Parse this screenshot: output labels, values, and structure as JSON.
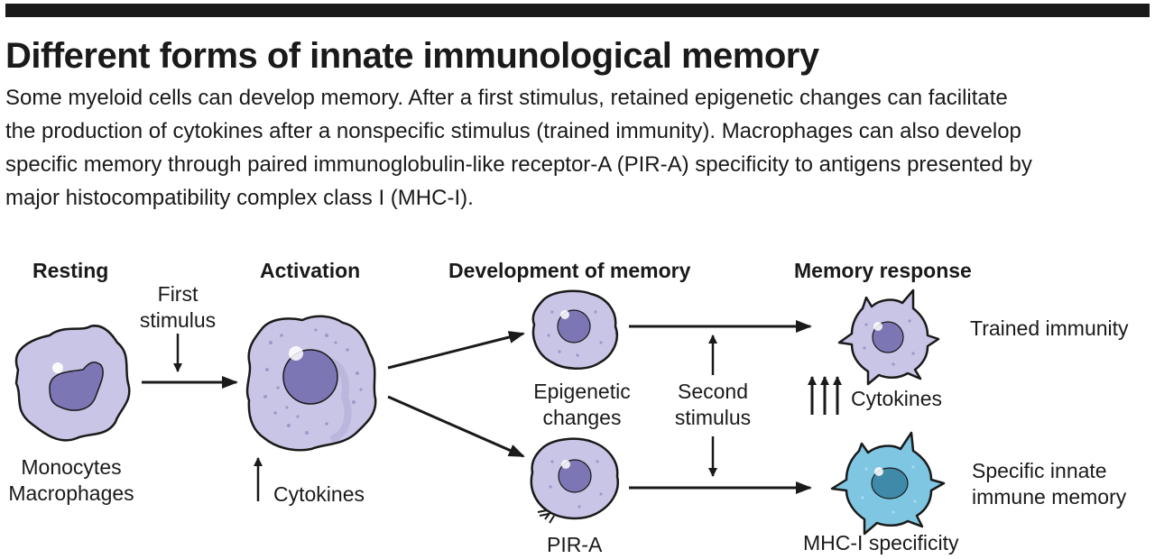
{
  "title": "Different forms of innate immunological memory",
  "description": [
    "Some myeloid cells can develop memory. After a first stimulus, retained epigenetic changes can facilitate",
    "the production of cytokines after a nonspecific stimulus (trained immunity). Macrophages can also develop",
    "specific memory through paired immunoglobulin-like receptor-A (PIR-A) specificity to antigens presented by",
    "major histocompatibility complex class I (MHC-I)."
  ],
  "stages": {
    "resting": "Resting",
    "activation": "Activation",
    "development": "Development of memory",
    "response": "Memory response"
  },
  "labels": {
    "first_stimulus": [
      "First",
      "stimulus"
    ],
    "monocytes": "Monocytes",
    "macrophages": "Macrophages",
    "activation_cytokines": "Cytokines",
    "epigenetic": [
      "Epigenetic",
      "changes"
    ],
    "second_stimulus": [
      "Second",
      "stimulus"
    ],
    "pira": "PIR-A",
    "trained_immunity": "Trained immunity",
    "response_cytokines": "Cytokines",
    "specific_memory": [
      "Specific innate",
      "immune memory"
    ],
    "mhc_specificity": "MHC-I specificity"
  },
  "colors": {
    "cell_fill": "#c9c5e6",
    "nucleus": "#7c76b4",
    "specific_cell": "#7fc6e3",
    "specific_nucleus": "#3f8aa8",
    "ink": "#1a1a1a"
  }
}
